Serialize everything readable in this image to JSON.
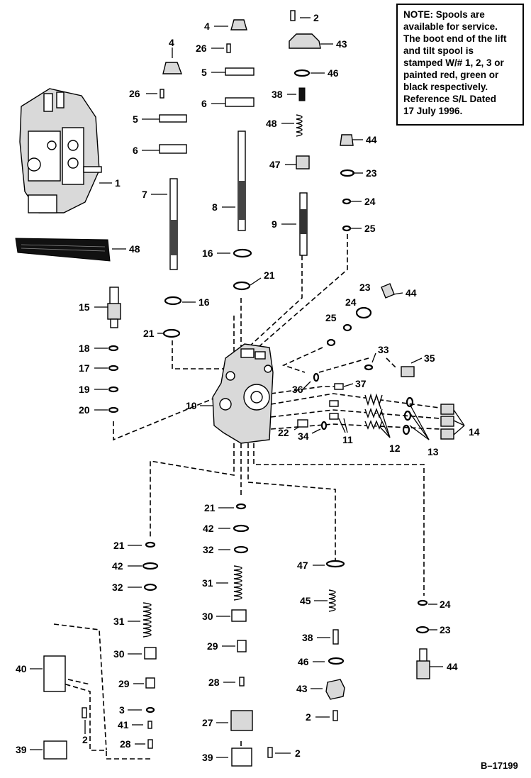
{
  "note": {
    "lines": [
      "NOTE: Spools are",
      "available for service.",
      "The boot end of the lift",
      "and tilt spool is",
      "stamped W/# 1, 2, 3 or",
      "painted red, green or",
      "black respectively.",
      "Reference S/L Dated",
      "17 July 1996."
    ]
  },
  "figure_id": "B–17199",
  "callouts": {
    "c_2a": "2",
    "c_43a": "43",
    "c_46a": "46",
    "c_38a": "38",
    "c_48a": "48",
    "c_47a": "47",
    "c_9": "9",
    "c_44a": "44",
    "c_23a": "23",
    "c_24a": "24",
    "c_25a": "25",
    "c_4a": "4",
    "c_26a": "26",
    "c_5a": "5",
    "c_6a": "6",
    "c_8": "8",
    "c_16a": "16",
    "c_21a": "21",
    "c_4b": "4",
    "c_26b": "26",
    "c_5b": "5",
    "c_6b": "6",
    "c_7": "7",
    "c_16b": "16",
    "c_21b": "21",
    "c_1": "1",
    "c_48b": "48",
    "c_15": "15",
    "c_18": "18",
    "c_17": "17",
    "c_19": "19",
    "c_20": "20",
    "c_23b": "23",
    "c_44b": "44",
    "c_25b": "25",
    "c_24b": "24",
    "c_33": "33",
    "c_35": "35",
    "c_36": "36",
    "c_37": "37",
    "c_10": "10",
    "c_22": "22",
    "c_34": "34",
    "c_11": "11",
    "c_12": "12",
    "c_13": "13",
    "c_14": "14",
    "c_21c": "21",
    "c_42a": "42",
    "c_32a": "32",
    "c_31a": "31",
    "c_30a": "30",
    "c_29a": "29",
    "c_28a": "28",
    "c_27": "27",
    "c_39a": "39",
    "c_2b": "2",
    "c_21d": "21",
    "c_42b": "42",
    "c_32b": "32",
    "c_31b": "31",
    "c_30b": "30",
    "c_29b": "29",
    "c_3": "3",
    "c_41": "41",
    "c_28b": "28",
    "c_40": "40",
    "c_2c": "2",
    "c_39b": "39",
    "c_47b": "47",
    "c_45": "45",
    "c_38b": "38",
    "c_46b": "46",
    "c_43b": "43",
    "c_2d": "2",
    "c_24c": "24",
    "c_23c": "23",
    "c_44c": "44"
  },
  "icons": [
    "valve-assembly-icon",
    "spool-icon",
    "seal-ring-icon",
    "spring-icon",
    "plug-icon",
    "cap-icon",
    "screw-icon",
    "relief-valve-icon",
    "gasket-icon"
  ]
}
